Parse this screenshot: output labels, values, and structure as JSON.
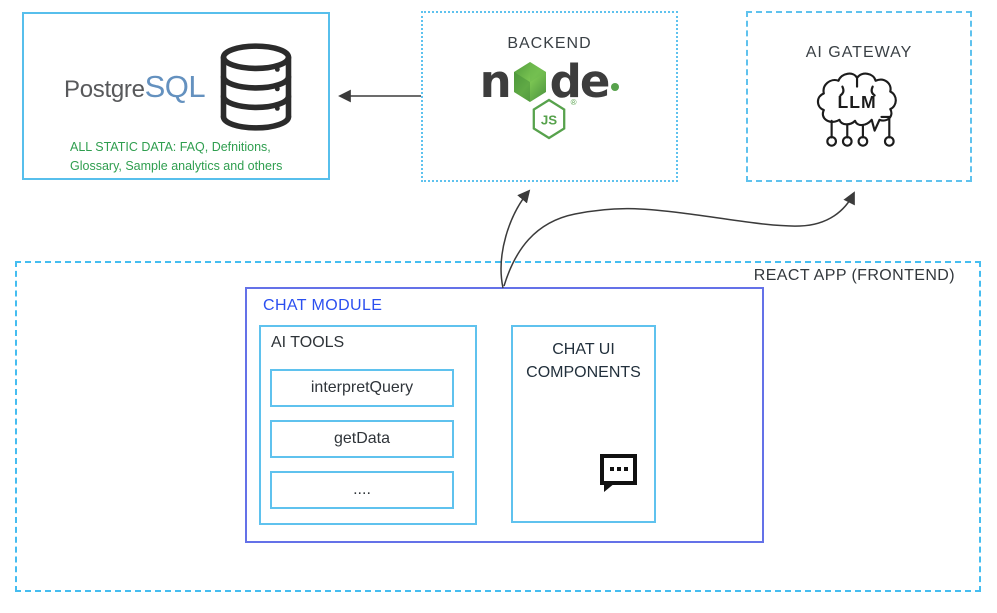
{
  "diagram": {
    "postgres": {
      "brand_gray": "Postgre",
      "brand_blue": "SQL",
      "note": "ALL STATIC DATA: FAQ, Defnitions, Glossary, Sample analytics and others",
      "icon": "database-icon"
    },
    "backend": {
      "title": "BACKEND",
      "logo": {
        "name": "nodejs-logo",
        "n": "n",
        "d": "d",
        "e": "e",
        "js": "JS",
        "reg": "®"
      }
    },
    "gateway": {
      "title": "AI GATEWAY",
      "llm_label": "LLM",
      "icon": "llm-brain-icon"
    },
    "frontend": {
      "title": "REACT APP (FRONTEND)"
    },
    "chat_module": {
      "title": "CHAT MODULE",
      "ai_tools": {
        "title": "AI TOOLS",
        "items": [
          "interpretQuery",
          "getData",
          "...."
        ]
      },
      "chat_ui": {
        "title": "CHAT UI COMPONENTS",
        "icon": "chat-bubble-icon"
      }
    },
    "colors": {
      "box_border_blue": "#57BFEC",
      "dashed_border_blue": "#45BDF0",
      "chat_module_border": "#6471E8",
      "chat_module_title": "#2B4FF0",
      "note_green": "#2F9E4F",
      "postgres_gray": "#58595B",
      "postgres_blue": "#6491BF",
      "node_dark": "#3D3D3D",
      "node_green": "#57A24C",
      "arrow": "#3B3B3B",
      "dark_text": "#3A4045"
    }
  }
}
